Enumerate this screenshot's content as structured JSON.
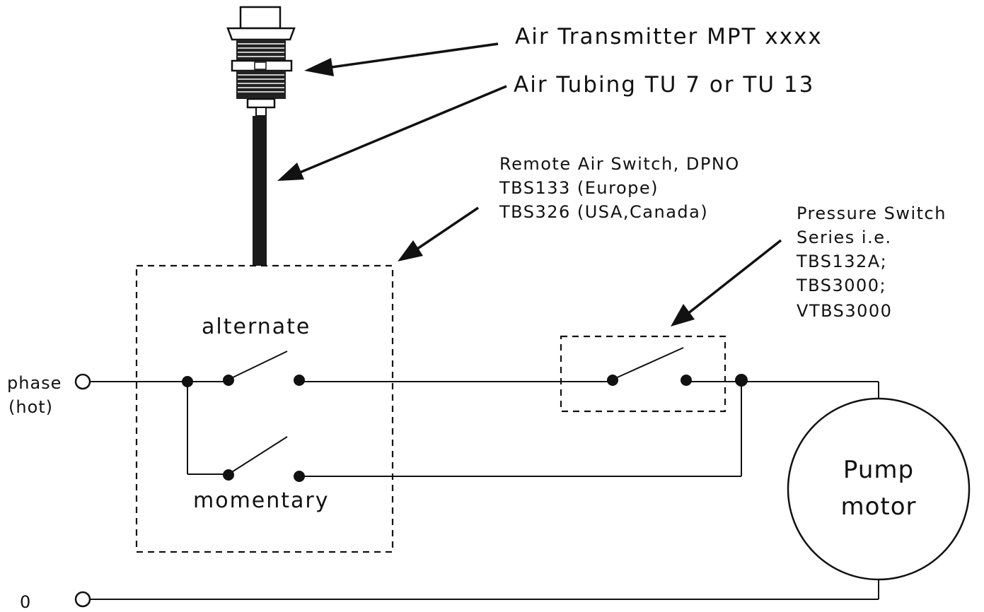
{
  "labels": {
    "air_transmitter": "Air Transmitter MPT xxxx",
    "air_tubing": "Air Tubing TU 7 or TU 13",
    "remote_switch_line1": "Remote Air Switch, DPNO",
    "remote_switch_line2": "TBS133 (Europe)",
    "remote_switch_line3": "TBS326 (USA,Canada)",
    "pressure_switch_line1": "Pressure Switch",
    "pressure_switch_line2": "Series i.e.",
    "pressure_switch_line3": "TBS132A;",
    "pressure_switch_line4": "TBS3000;",
    "pressure_switch_line5": "VTBS3000",
    "alternate": "alternate",
    "momentary": "momentary",
    "phase": "phase",
    "hot": "(hot)",
    "neutral": "0",
    "pump_line1": "Pump",
    "pump_line2": "motor"
  }
}
